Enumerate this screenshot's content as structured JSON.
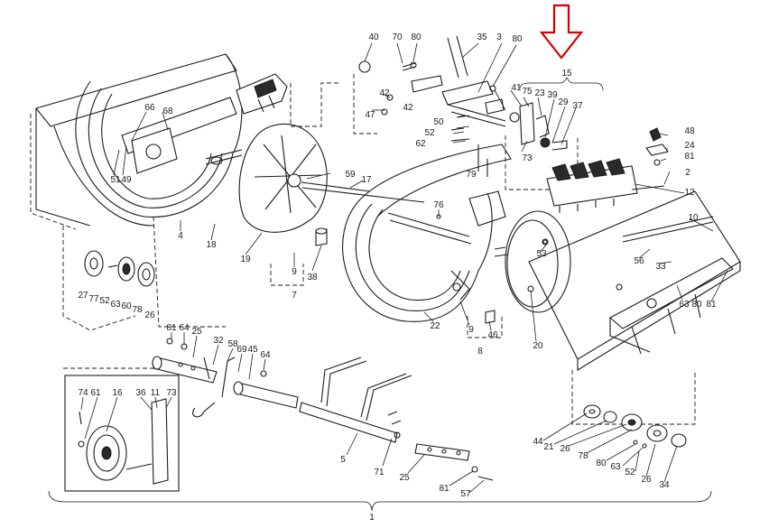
{
  "colors": {
    "ink": "#1a1a1a",
    "arrow": "#d40000",
    "paper": "#ffffff"
  },
  "icons": {
    "pointer": "down-arrow-icon"
  },
  "labels": [
    "40",
    "70",
    "80",
    "35",
    "3",
    "80",
    "15",
    "42",
    "47",
    "41",
    "75",
    "23",
    "39",
    "29",
    "37",
    "42",
    "50",
    "52",
    "62",
    "73",
    "79",
    "48",
    "24",
    "81",
    "2",
    "66",
    "68",
    "49",
    "51",
    "59",
    "17",
    "76",
    "12",
    "10",
    "4",
    "18",
    "19",
    "9",
    "38",
    "7",
    "22",
    "9",
    "46",
    "8",
    "53",
    "56",
    "33",
    "20",
    "63",
    "80",
    "81",
    "27",
    "77",
    "52",
    "63",
    "60",
    "78",
    "26",
    "81",
    "64",
    "25",
    "32",
    "58",
    "69",
    "45",
    "64",
    "74",
    "61",
    "16",
    "36",
    "11",
    "73",
    "5",
    "71",
    "25",
    "81",
    "57",
    "44",
    "21",
    "26",
    "78",
    "80",
    "63",
    "52",
    "26",
    "34",
    "1"
  ]
}
